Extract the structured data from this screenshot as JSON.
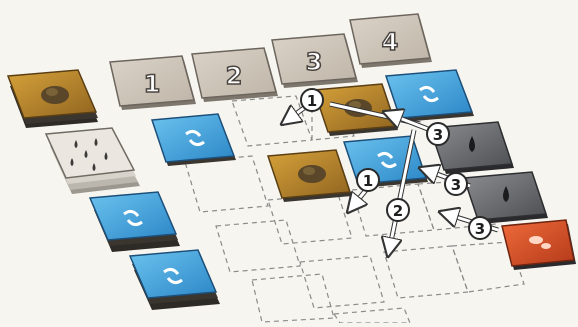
{
  "colors": {
    "background": "#f7f5ef",
    "stone": "#cfc6bb",
    "earth": "#b8862b",
    "water": "#3fa6e0",
    "rock": "#6f7073",
    "fire": "#d9542a",
    "step_marker": "#ffffff"
  },
  "column_headers": [
    "1",
    "2",
    "3",
    "4"
  ],
  "step_markers": [
    {
      "label": "1"
    },
    {
      "label": "1"
    },
    {
      "label": "2"
    },
    {
      "label": "3"
    },
    {
      "label": "3"
    },
    {
      "label": "3"
    }
  ],
  "icons": {
    "earth": "mud-pile-icon",
    "water": "swirl-arrows-icon",
    "rock": "droplet-icon",
    "fire": "ember-icon",
    "deck": "scattered-droplets-icon"
  }
}
